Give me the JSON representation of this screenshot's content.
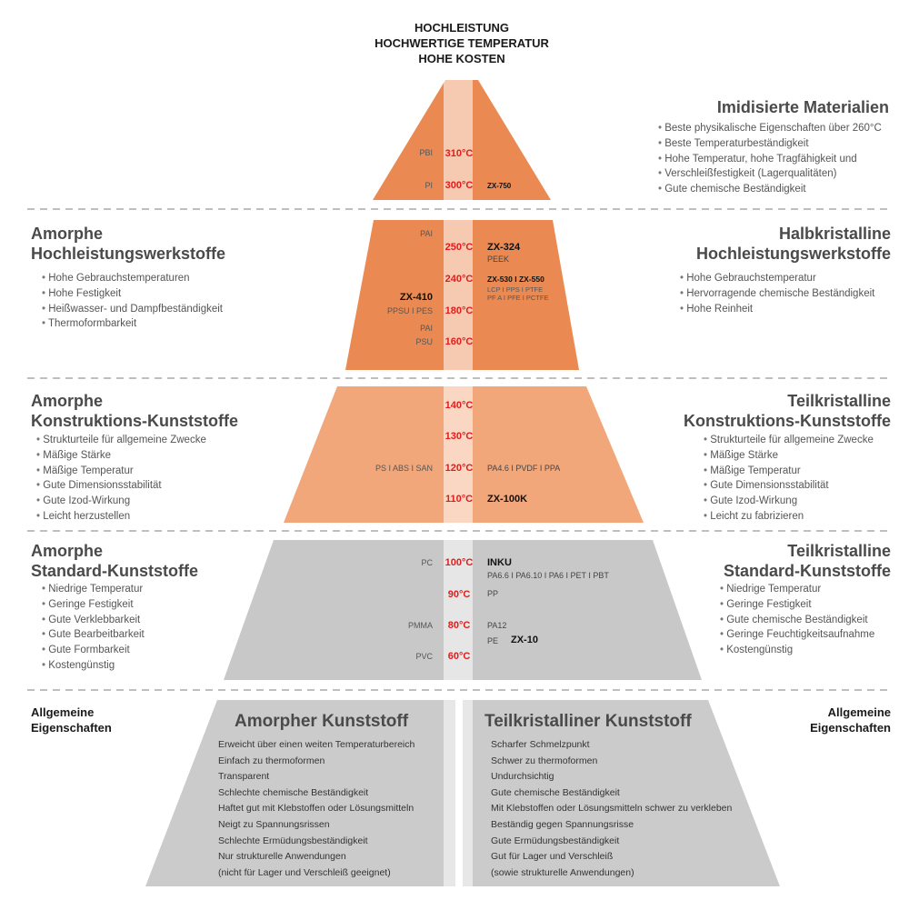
{
  "colors": {
    "tier1": "#ea8a52",
    "tier2": "#ea8a52",
    "tier3": "#f2a77a",
    "tier4": "#c8c8c8",
    "tier5": "#cbcbcb",
    "center_strip": "#ffffff",
    "temperature": "#e31b1b",
    "divider": "#aaaaaa"
  },
  "top_titles": [
    "HOCHLEISTUNG",
    "HOCHWERTIGE TEMPERATUR",
    "HOHE KOSTEN"
  ],
  "sections": {
    "imidized": {
      "title": "Imidisierte Materialien",
      "bullets": [
        "Beste physikalische Eigenschaften über 260°C",
        "Beste Temperaturbeständigkeit",
        "Hohe Temperatur, hohe Tragfähigkeit und",
        "Verschleißfestigkeit (Lagerqualitäten)",
        "Gute chemische Beständigkeit"
      ]
    },
    "amorphous_high": {
      "title_line1": "Amorphe",
      "title_line2": "Hochleistungswerkstoffe",
      "bullets": [
        "Hohe Gebrauchstemperaturen",
        "Hohe Festigkeit",
        "Heißwasser- und Dampfbeständigkeit",
        "Thermoformbarkeit"
      ]
    },
    "semi_high": {
      "title_line1": "Halbkristalline",
      "title_line2": "Hochleistungswerkstoffe",
      "bullets": [
        "Hohe Gebrauchstemperatur",
        "Hervorragende chemische Beständigkeit",
        "Hohe Reinheit"
      ]
    },
    "amorphous_eng": {
      "title_line1": "Amorphe",
      "title_line2": "Konstruktions-Kunststoffe",
      "bullets": [
        "Strukturteile für allgemeine Zwecke",
        "Mäßige Stärke",
        "Mäßige Temperatur",
        "Gute Dimensionsstabilität",
        "Gute Izod-Wirkung",
        "Leicht herzustellen"
      ]
    },
    "semi_eng": {
      "title_line1": "Teilkristalline",
      "title_line2": "Konstruktions-Kunststoffe",
      "bullets": [
        "Strukturteile für allgemeine Zwecke",
        "Mäßige Stärke",
        "Mäßige Temperatur",
        "Gute Dimensionsstabilität",
        "Gute Izod-Wirkung",
        "Leicht zu fabrizieren"
      ]
    },
    "amorphous_std": {
      "title_line1": "Amorphe",
      "title_line2": "Standard-Kunststoffe",
      "bullets": [
        "Niedrige Temperatur",
        "Geringe Festigkeit",
        "Gute Verklebbarkeit",
        "Gute Bearbeitbarkeit",
        "Gute Formbarkeit",
        "Kostengünstig"
      ]
    },
    "semi_std": {
      "title_line1": "Teilkristalline",
      "title_line2": "Standard-Kunststoffe",
      "bullets": [
        "Niedrige Temperatur",
        "Geringe Festigkeit",
        "Gute chemische Beständigkeit",
        "Geringe Feuchtigkeitsaufnahme",
        "Kostengünstig"
      ]
    }
  },
  "general_left": {
    "line1": "Allgemeine",
    "line2": "Eigenschaften"
  },
  "general_right": {
    "line1": "Allgemeine",
    "line2": "Eigenschaften"
  },
  "bottom": {
    "amorphous_title": "Amorpher Kunststoff",
    "amorphous_items": [
      "Erweicht über einen weiten Temperaturbereich",
      "Einfach zu thermoformen",
      "Transparent",
      "Schlechte chemische Beständigkeit",
      "Haftet gut mit Klebstoffen oder Lösungsmitteln",
      "Neigt zu Spannungsrissen",
      "Schlechte Ermüdungsbeständigkeit",
      "Nur strukturelle Anwendungen",
      "(nicht für Lager und Verschleiß geeignet)"
    ],
    "semi_title": "Teilkristalliner Kunststoff",
    "semi_items": [
      "Scharfer Schmelzpunkt",
      "Schwer zu thermoformen",
      "Undurchsichtig",
      "Gute chemische Beständigkeit",
      "Mit Klebstoffen oder Lösungsmitteln schwer zu verkleben",
      "Beständig gegen Spannungsrisse",
      "Gute Ermüdungsbeständigkeit",
      "Gut für Lager und Verschleiß",
      "(sowie strukturelle Anwendungen)"
    ]
  },
  "temperatures": {
    "t310": "310°C",
    "t300": "300°C",
    "t250": "250°C",
    "t240": "240°C",
    "t180": "180°C",
    "t160": "160°C",
    "t140": "140°C",
    "t130": "130°C",
    "t120": "120°C",
    "t110": "110°C",
    "t100": "100°C",
    "t90": "90°C",
    "t80": "80°C",
    "t60": "60°C"
  },
  "materials_left": {
    "pbi": "PBI",
    "pi": "PI",
    "pai_top": "PAI",
    "zx410": "ZX-410",
    "ppsu_pes": "PPSU I PES",
    "pai_low": "PAI",
    "psu": "PSU",
    "ps_abs_san": "PS I ABS I SAN",
    "pc": "PC",
    "pmma": "PMMA",
    "pvc": "PVC"
  },
  "materials_right": {
    "zx750": "ZX-750",
    "zx324": "ZX-324",
    "peek": "PEEK",
    "zx530": "ZX-530 I ZX-550",
    "lcp": "LCP I PPS I PTFE",
    "pfa": "PF A I PFE I PCTFE",
    "pa46": "PA4.6 I PVDF I PPA",
    "zx100k": "ZX-100K",
    "inku": "INKU",
    "pa_list": "PA6.6 I PA6.10 I PA6 I PET I PBT",
    "pp": "PP",
    "pa12": "PA12",
    "pe": "PE",
    "zx10": "ZX-10"
  }
}
